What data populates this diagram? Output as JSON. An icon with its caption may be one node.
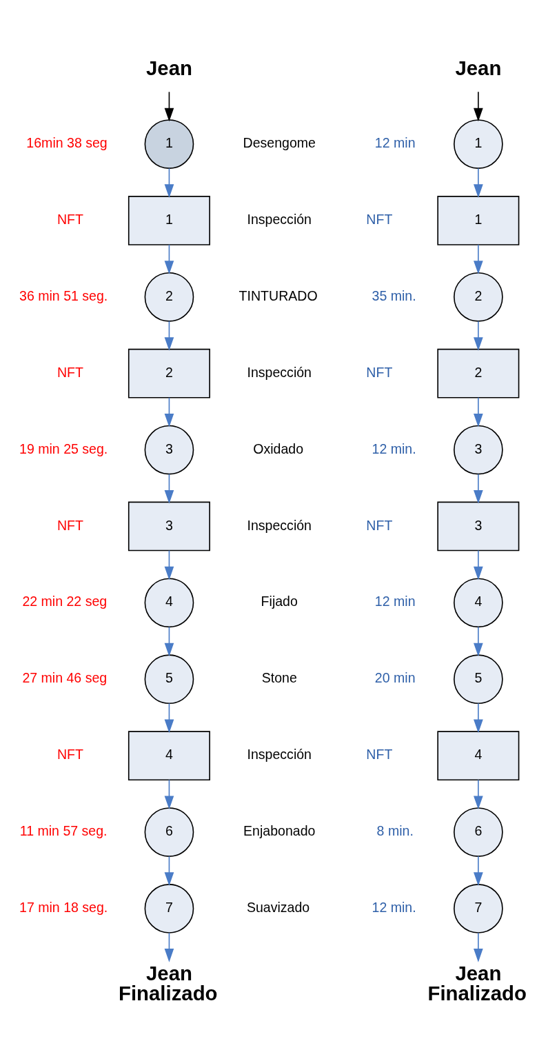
{
  "diagram": {
    "nodes": [
      {
        "text": [
          "Jean"
        ]
      },
      {
        "text": [
          "1"
        ],
        "beside": [
          "16min 38 seg"
        ]
      },
      {
        "text": [
          "1"
        ],
        "beside": [
          "NFT"
        ]
      },
      {
        "text": [
          "2"
        ],
        "beside": [
          "36 min 51 seg."
        ]
      },
      {
        "text": [
          "2"
        ],
        "beside": [
          "NFT"
        ]
      },
      {
        "text": [
          "3"
        ],
        "beside": [
          "19 min 25 seg."
        ]
      },
      {
        "text": [
          "3"
        ],
        "beside": [
          "NFT"
        ]
      },
      {
        "text": [
          "4"
        ],
        "beside": [
          "22 min 22 seg"
        ]
      },
      {
        "text": [
          "5"
        ],
        "beside": [
          "27 min 46 seg"
        ]
      },
      {
        "text": [
          "4"
        ],
        "beside": [
          "NFT"
        ]
      },
      {
        "text": [
          "6"
        ],
        "beside": [
          "11 min 57 seg."
        ]
      },
      {
        "text": [
          "7"
        ],
        "beside": [
          "17 min 18 seg."
        ]
      },
      {
        "text": [
          "Jean Finalizado"
        ]
      },
      {
        "text": [
          "Jean"
        ]
      },
      {
        "text": [
          "1"
        ],
        "beside": [
          "12 min"
        ]
      },
      {
        "text": [
          "1"
        ],
        "beside": [
          "NFT"
        ]
      },
      {
        "text": [
          "2"
        ],
        "beside": [
          "35 min."
        ]
      },
      {
        "text": [
          "2"
        ],
        "beside": [
          "NFT"
        ]
      },
      {
        "text": [
          "3"
        ],
        "beside": [
          "12 min."
        ]
      },
      {
        "text": [
          "3"
        ],
        "beside": [
          "NFT"
        ]
      },
      {
        "text": [
          "4"
        ],
        "beside": [
          "12 min"
        ]
      },
      {
        "text": [
          "5"
        ],
        "beside": [
          "20 min"
        ]
      },
      {
        "text": [
          "4"
        ],
        "beside": [
          "NFT"
        ]
      },
      {
        "text": [
          "6"
        ],
        "beside": [
          "8 min."
        ]
      },
      {
        "text": [
          "7"
        ],
        "beside": [
          "12 min."
        ]
      },
      {
        "text": [
          "Jean Finalizado"
        ]
      }
    ],
    "edges": [
      {
        "from": 0,
        "to": 1,
        "arrow": "to",
        "color": "#000000"
      },
      {
        "from": 1,
        "to": 2,
        "arrow": "to"
      },
      {
        "from": 2,
        "to": 3,
        "arrow": "to"
      },
      {
        "from": 3,
        "to": 4,
        "arrow": "to"
      },
      {
        "from": 4,
        "to": 5,
        "arrow": "to"
      },
      {
        "from": 5,
        "to": 6,
        "arrow": "to"
      },
      {
        "from": 6,
        "to": 7,
        "arrow": "to"
      },
      {
        "from": 7,
        "to": 8,
        "arrow": "to"
      },
      {
        "from": 8,
        "to": 9,
        "arrow": "to"
      },
      {
        "from": 9,
        "to": 10,
        "arrow": "to"
      },
      {
        "from": 10,
        "to": 11,
        "arrow": "to"
      },
      {
        "from": 11,
        "to": 12,
        "arrow": "to"
      },
      {
        "from": 13,
        "to": 14,
        "arrow": "to",
        "color": "#000000"
      },
      {
        "from": 14,
        "to": 15,
        "arrow": "to"
      },
      {
        "from": 15,
        "to": 16,
        "arrow": "to"
      },
      {
        "from": 16,
        "to": 17,
        "arrow": "to"
      },
      {
        "from": 17,
        "to": 18,
        "arrow": "to"
      },
      {
        "from": 18,
        "to": 19,
        "arrow": "to"
      },
      {
        "from": 19,
        "to": 20,
        "arrow": "to"
      },
      {
        "from": 20,
        "to": 21,
        "arrow": "to"
      },
      {
        "from": 21,
        "to": 22,
        "arrow": "to"
      },
      {
        "from": 22,
        "to": 23,
        "arrow": "to"
      },
      {
        "from": 23,
        "to": 24,
        "arrow": "to"
      },
      {
        "from": 24,
        "to": 25,
        "arrow": "to"
      }
    ],
    "labels": [
      "Desengome",
      "Inspección",
      "TINTURADO",
      "Inspección",
      "Oxidado",
      "Inspección",
      "Fijado",
      "Stone",
      "Inspección",
      "Enjabonado",
      "Suavizado"
    ]
  }
}
